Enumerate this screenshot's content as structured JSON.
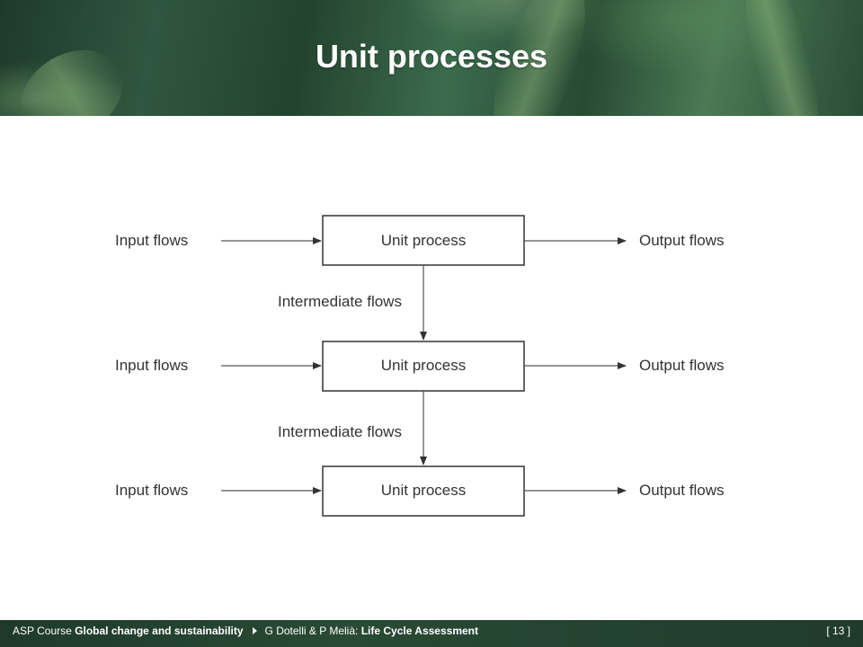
{
  "slide": {
    "title": "Unit processes"
  },
  "diagram": {
    "rows": [
      {
        "input": "Input flows",
        "process": "Unit process",
        "output": "Output flows"
      },
      {
        "input": "Input flows",
        "process": "Unit process",
        "output": "Output flows"
      },
      {
        "input": "Input flows",
        "process": "Unit process",
        "output": "Output flows"
      }
    ],
    "intermediate": [
      "Intermediate flows",
      "Intermediate flows"
    ]
  },
  "footer": {
    "course_prefix": "ASP Course",
    "course_name": "Global change and sustainability",
    "authors": "G Dotelli & P Melià:",
    "lecture": "Life Cycle Assessment",
    "page": "[ 13 ]"
  }
}
